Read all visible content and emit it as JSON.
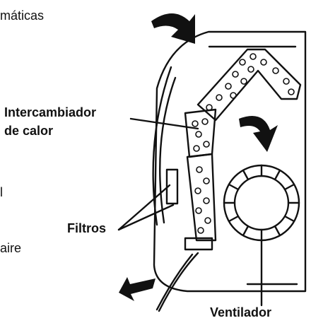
{
  "labels": {
    "partial_top": "máticas",
    "heat_exchanger_line1": "Intercambiador",
    "heat_exchanger_line2": "de calor",
    "partial_left": "l",
    "filters": "Filtros",
    "partial_air": "aire",
    "fan": "Ventilador"
  },
  "colors": {
    "ink": "#111111",
    "background": "#ffffff"
  }
}
